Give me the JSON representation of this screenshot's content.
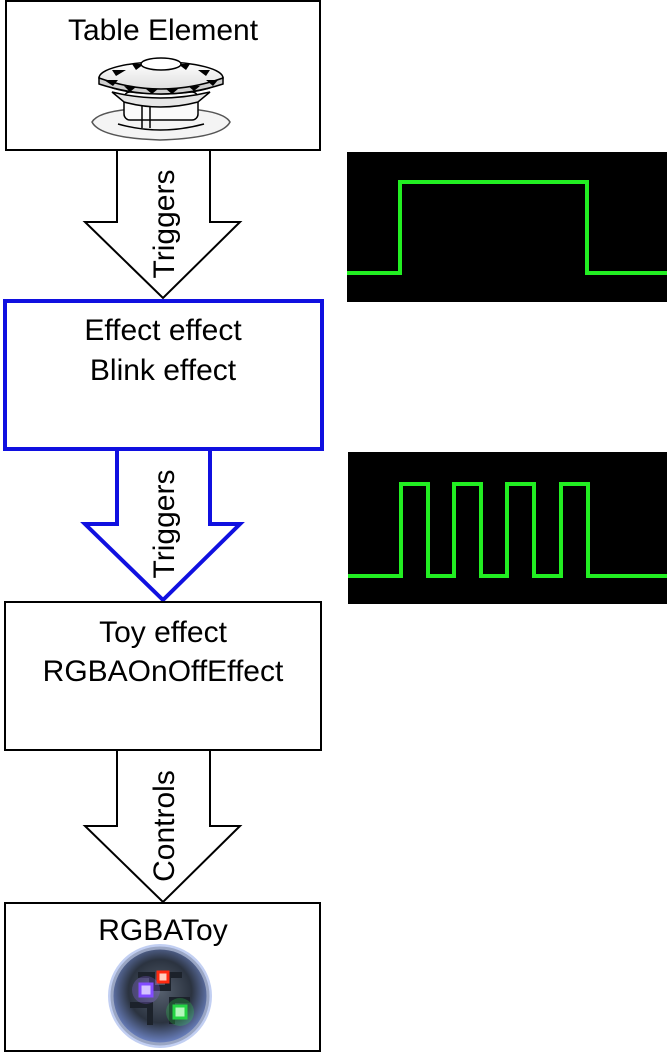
{
  "diagram": {
    "nodes": [
      {
        "id": "table-element",
        "lines": [
          "Table Element"
        ],
        "border_color": "#000000",
        "icon": "bumper-icon"
      },
      {
        "id": "effect",
        "lines": [
          "Effect effect",
          "Blink effect"
        ],
        "border_color": "#1010e0"
      },
      {
        "id": "toy-effect",
        "lines": [
          "Toy effect",
          "RGBAOnOffEffect"
        ],
        "border_color": "#000000"
      },
      {
        "id": "rgba-toy",
        "lines": [
          "RGBAToy"
        ],
        "border_color": "#000000",
        "icon": "rgb-led-icon"
      }
    ],
    "edges": [
      {
        "from": "table-element",
        "to": "effect",
        "label": "Triggers",
        "color": "#000000"
      },
      {
        "from": "effect",
        "to": "toy-effect",
        "label": "Triggers",
        "color": "#1010e0"
      },
      {
        "from": "toy-effect",
        "to": "rgba-toy",
        "label": "Controls",
        "color": "#000000"
      }
    ],
    "signals": [
      {
        "id": "single-pulse",
        "icon": "square-pulse-icon",
        "pulses": 1,
        "background": "#000000",
        "line_color": "#22ee22"
      },
      {
        "id": "blink-pulses",
        "icon": "square-wave-icon",
        "pulses": 4,
        "background": "#000000",
        "line_color": "#22ee22"
      }
    ]
  }
}
